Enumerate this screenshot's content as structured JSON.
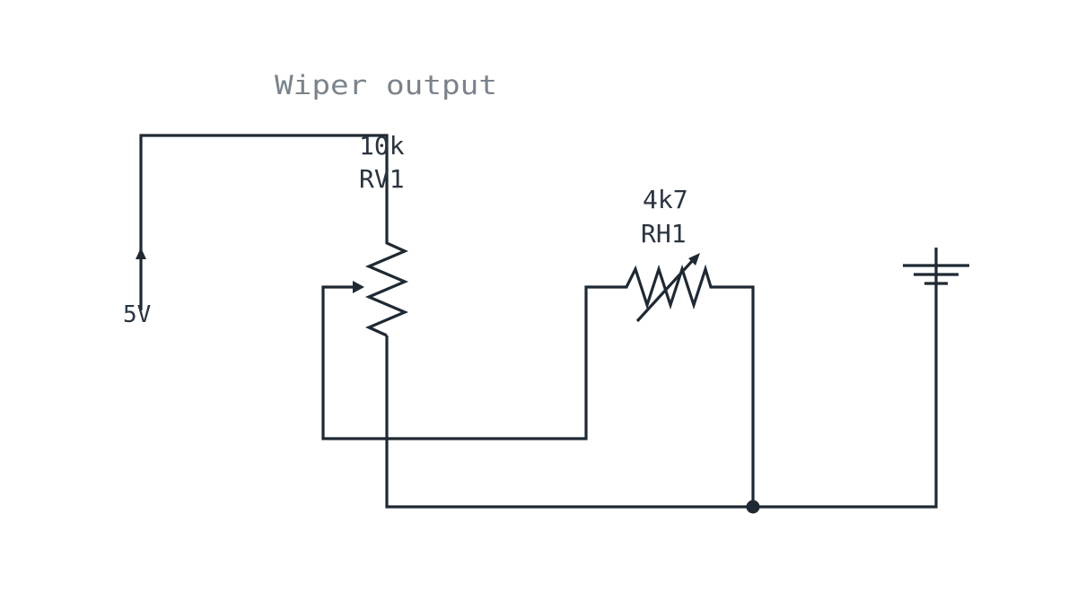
{
  "annotation": "Wiper output",
  "supply": {
    "label": "5V"
  },
  "potentiometer": {
    "value": "10k",
    "ref": "RV1"
  },
  "rheostat": {
    "value": "4k7",
    "ref": "RH1"
  },
  "colors": {
    "wire": "#1f2933",
    "text": "#2a3440",
    "note": "#7a838c",
    "background": "#ffffff"
  }
}
